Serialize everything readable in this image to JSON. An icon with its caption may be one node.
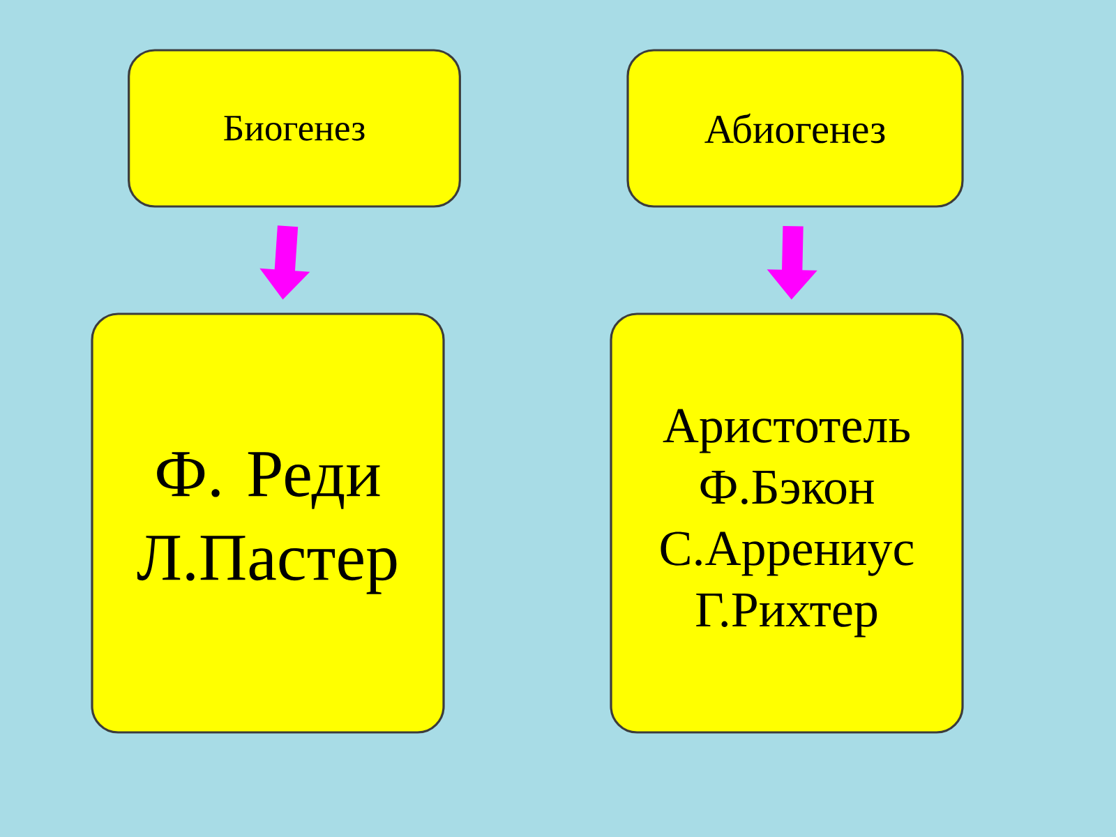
{
  "diagram": {
    "nodes": [
      {
        "text": [
          "Биогенез"
        ]
      },
      {
        "text": [
          "Абиогенез"
        ]
      },
      {
        "text": [
          "Ф. Реди Л.Пастер"
        ]
      },
      {
        "text": [
          "Аристотель Ф.Бэкон С.Аррениус Г.Рихтер"
        ]
      }
    ],
    "edges": [
      {
        "from": 0,
        "to": 2,
        "arrow": "to"
      },
      {
        "from": 1,
        "to": 3,
        "arrow": "to"
      }
    ]
  }
}
